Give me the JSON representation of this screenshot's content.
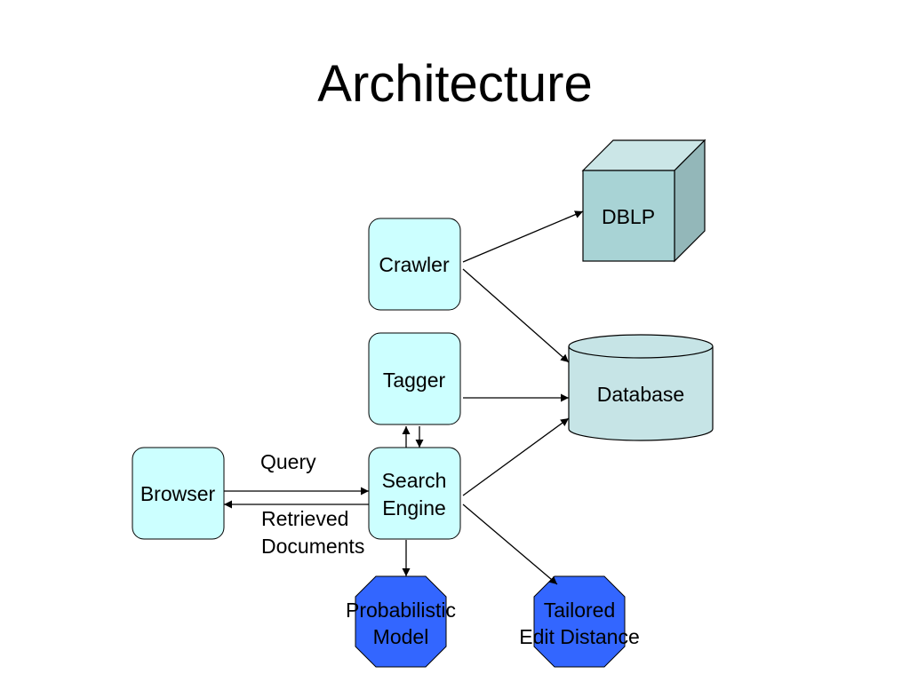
{
  "slide": {
    "title": "Architecture"
  },
  "nodes": {
    "dblp": "DBLP",
    "crawler": "Crawler",
    "tagger": "Tagger",
    "database": "Database",
    "browser": "Browser",
    "search_engine": {
      "line1": "Search",
      "line2": "Engine"
    },
    "probabilistic_model": {
      "line1": "Probabilistic",
      "line2": "Model"
    },
    "tailored_edit_distance": {
      "line1": "Tailored",
      "line2": "Edit Distance"
    }
  },
  "edges": {
    "query": "Query",
    "retrieved_documents": {
      "line1": "Retrieved",
      "line2": "Documents"
    }
  },
  "colors": {
    "box_fill": "#ccffff",
    "cube_front": "#a8d3d5",
    "cube_top": "#cbe6e7",
    "cube_side": "#93b7b9",
    "cylinder": "#c6e4e6",
    "octagon": "#3366ff"
  }
}
